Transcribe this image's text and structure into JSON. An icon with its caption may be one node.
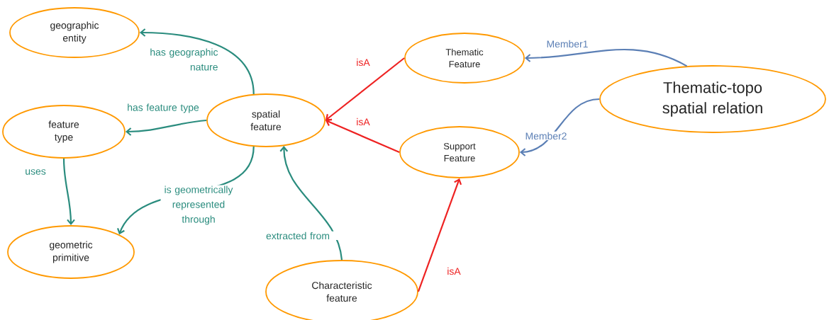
{
  "diagram": {
    "nodes": [
      {
        "text": [
          "geographic entity"
        ]
      },
      {
        "text": [
          "feature type"
        ]
      },
      {
        "text": [
          "geometric primitive"
        ]
      },
      {
        "text": [
          "spatial feature"
        ]
      },
      {
        "text": [
          "Thematic Feature"
        ]
      },
      {
        "text": [
          "Support Feature"
        ]
      },
      {
        "text": [
          "Characteristic feature"
        ]
      },
      {
        "text": [
          "Thematic-topo spatial relation"
        ]
      }
    ],
    "edges": [
      {
        "from": 3,
        "to": 0,
        "arrow": "to",
        "label": "has geographic nature"
      },
      {
        "from": 3,
        "to": 1,
        "arrow": "to",
        "label": "has feature type"
      },
      {
        "from": 1,
        "to": 2,
        "arrow": "to",
        "label": "uses"
      },
      {
        "from": 3,
        "to": 2,
        "arrow": "to",
        "label": "is geometrically represented through"
      },
      {
        "from": 6,
        "to": 3,
        "arrow": "to",
        "label": "extracted from"
      },
      {
        "from": 4,
        "to": 3,
        "arrow": "to",
        "label": "isA",
        "color": "#ee2222"
      },
      {
        "from": 5,
        "to": 3,
        "arrow": "to",
        "label": "isA",
        "color": "#ee2222"
      },
      {
        "from": 6,
        "to": 5,
        "arrow": "to",
        "label": "isA",
        "color": "#ee2222"
      },
      {
        "from": 7,
        "to": 4,
        "arrow": "to",
        "label": "Member1",
        "color": "#5b7fb5"
      },
      {
        "from": 7,
        "to": 5,
        "arrow": "to",
        "label": "Member2",
        "color": "#5b7fb5"
      }
    ]
  }
}
